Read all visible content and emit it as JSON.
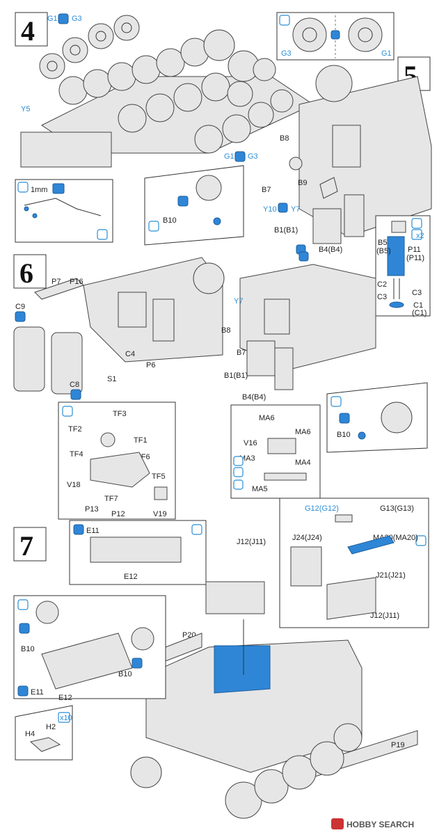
{
  "steps": {
    "s4": "4",
    "s5": "5",
    "s6": "6",
    "s7": "7"
  },
  "step4": {
    "wheel_label_top": "G1",
    "wheel_label_top2": "G3",
    "wheel_label_mid": "G1",
    "wheel_label_mid2": "G3",
    "plate": "Y5",
    "wire": "1mm",
    "inset_g3": "G3",
    "inset_g1": "G1"
  },
  "step5": {
    "b8": "B8",
    "b7": "B7",
    "b9": "B9",
    "y10": "Y10",
    "y7": "Y7",
    "b1": "B1(B1)",
    "b4": "B4(B4)",
    "b10": "B10",
    "b5": "B5",
    "b5p": "(B5)",
    "p11": "P11",
    "p11p": "(P11)",
    "x2": "x2",
    "c2": "C2",
    "c3a": "C3",
    "c3b": "C3",
    "c1": "C1",
    "c1p": "(C1)"
  },
  "step6": {
    "p7": "P7",
    "p16": "P16",
    "c9": "C9",
    "c8": "C8",
    "c4": "C4",
    "s1": "S1",
    "p6": "P6",
    "b8": "B8",
    "b7": "B7",
    "y7": "Y7",
    "b1": "B1(B1)",
    "b4": "B4(B4)",
    "b10": "B10",
    "tf3": "TF3",
    "tf2": "TF2",
    "tf1": "TF1",
    "tf4": "TF4",
    "tf6": "TF6",
    "tf5": "TF5",
    "tf7": "TF7",
    "v18": "V18",
    "p13": "P13",
    "p12": "P12",
    "v19": "V19",
    "ma6a": "MA6",
    "ma6b": "MA6",
    "v16": "V16",
    "ma3": "MA3",
    "ma4": "MA4",
    "ma5": "MA5"
  },
  "step7": {
    "g12": "G12(G12)",
    "g13": "G13(G13)",
    "j12top": "J12(J11)",
    "j24": "J24(J24)",
    "ma20": "MA20(MA20)",
    "j21": "J21(J21)",
    "j12b": "J12(J11)",
    "e11a": "E11",
    "e12a": "E12",
    "p20": "P20",
    "b10a": "B10",
    "b10b": "B10",
    "e11b": "E11",
    "e12b": "E12",
    "h4": "H4",
    "h2": "H2",
    "x10": "x10",
    "p19": "P19"
  },
  "watermark": "HOBBY SEARCH"
}
